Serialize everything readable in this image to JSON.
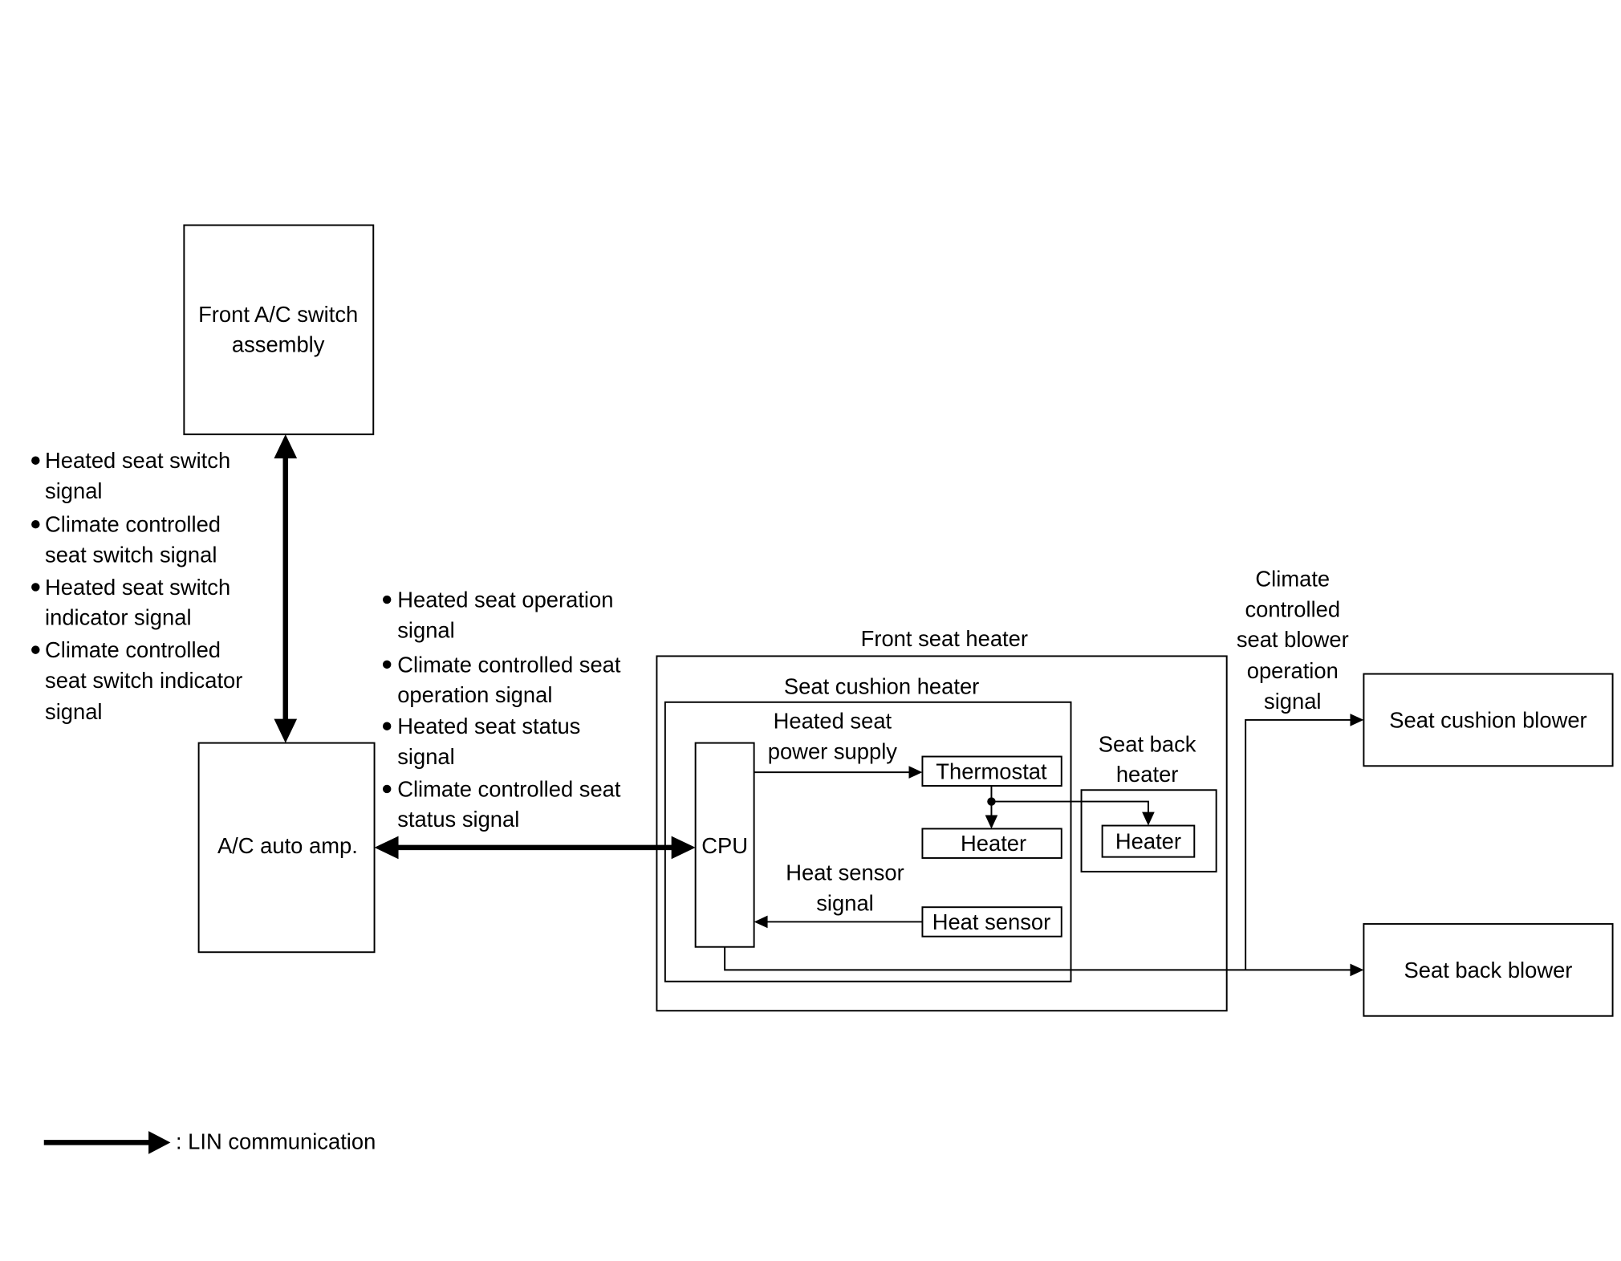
{
  "boxes": {
    "front_ac_switch": [
      "Front A/C switch",
      "assembly"
    ],
    "ac_auto_amp": "A/C auto amp.",
    "front_seat_heater": "Front seat heater",
    "seat_cushion_heater": "Seat cushion heater",
    "cpu": "CPU",
    "thermostat": "Thermostat",
    "heater_cushion": "Heater",
    "seat_back_heater": [
      "Seat back",
      "heater"
    ],
    "heater_back": "Heater",
    "heat_sensor": "Heat sensor",
    "seat_cushion_blower": "Seat cushion blower",
    "seat_back_blower": "Seat back blower"
  },
  "signals": {
    "switch_to_amp": [
      [
        "Heated seat switch",
        "signal"
      ],
      [
        "Climate controlled",
        "seat switch signal"
      ],
      [
        "Heated seat switch",
        "indicator signal"
      ],
      [
        "Climate controlled",
        "seat switch indicator",
        "signal"
      ]
    ],
    "amp_to_seat_heater": [
      [
        "Heated seat operation",
        "signal"
      ],
      [
        "Climate controlled seat",
        "operation signal"
      ],
      [
        "Heated seat status",
        "signal"
      ],
      [
        "Climate controlled seat",
        "status signal"
      ]
    ],
    "power_supply": [
      "Heated seat",
      "power supply"
    ],
    "heat_sensor_signal": [
      "Heat sensor",
      "signal"
    ],
    "blower_operation": [
      "Climate",
      "controlled",
      "seat blower",
      "operation",
      "signal"
    ]
  },
  "legend": {
    "lin": ": LIN communication"
  }
}
